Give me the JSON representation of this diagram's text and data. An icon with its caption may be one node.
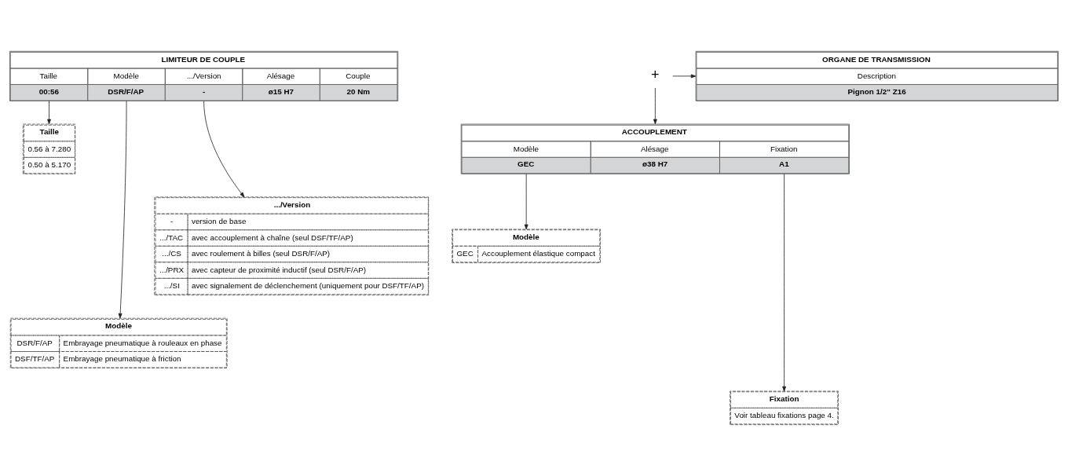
{
  "diagram": {
    "nodes": [
      {
        "text": [
          "LIMITEUR DE COUPLE",
          "Taille",
          "Modèle",
          ".../Version",
          "Alésage",
          "Couple",
          "00:56",
          "DSR/F/AP",
          "-",
          "ø15 H7",
          "20 Nm"
        ]
      },
      {
        "text": [
          "+"
        ]
      },
      {
        "text": [
          "ORGANE DE TRANSMISSION",
          "Description",
          "Pignon 1/2\" Z16"
        ]
      },
      {
        "text": [
          "ACCOUPLEMENT",
          "Modèle",
          "Alésage",
          "Fixation",
          "GEC",
          "ø38 H7",
          "A1"
        ]
      },
      {
        "text": [
          "Taille",
          "0.56 à 7.280",
          "0.50 à 5.170"
        ]
      },
      {
        "text": [
          ".../Version",
          "-",
          "version de base",
          ".../TAC",
          "avec accouplement à chaîne (seul DSF/TF/AP)",
          ".../CS",
          "avec roulement à billes (seul DSR/F/AP)",
          ".../PRX",
          "avec capteur de proximité inductif (seul DSR/F/AP)",
          ".../SI",
          "avec signalement de déclenchement (uniquement pour DSF/TF/AP)"
        ]
      },
      {
        "text": [
          "Modèle",
          "GEC",
          "Accouplement élastique compact"
        ]
      },
      {
        "text": [
          "Modèle",
          "DSR/F/AP",
          "Embrayage pneumatique à rouleaux en phase",
          "DSF/TF/AP",
          "Embrayage pneumatique à friction"
        ]
      },
      {
        "text": [
          "Fixation",
          "Voir tableau fixations page 4."
        ]
      }
    ],
    "edges": [
      {
        "from": 0,
        "to": 4,
        "arrow": "to"
      },
      {
        "from": 0,
        "to": 7,
        "arrow": "to"
      },
      {
        "from": 0,
        "to": 5,
        "arrow": "to"
      },
      {
        "from": 1,
        "to": 2,
        "arrow": "to"
      },
      {
        "from": 1,
        "to": 3,
        "arrow": "to"
      },
      {
        "from": 3,
        "to": 6,
        "arrow": "to"
      },
      {
        "from": 3,
        "to": 8,
        "arrow": "to"
      }
    ]
  }
}
